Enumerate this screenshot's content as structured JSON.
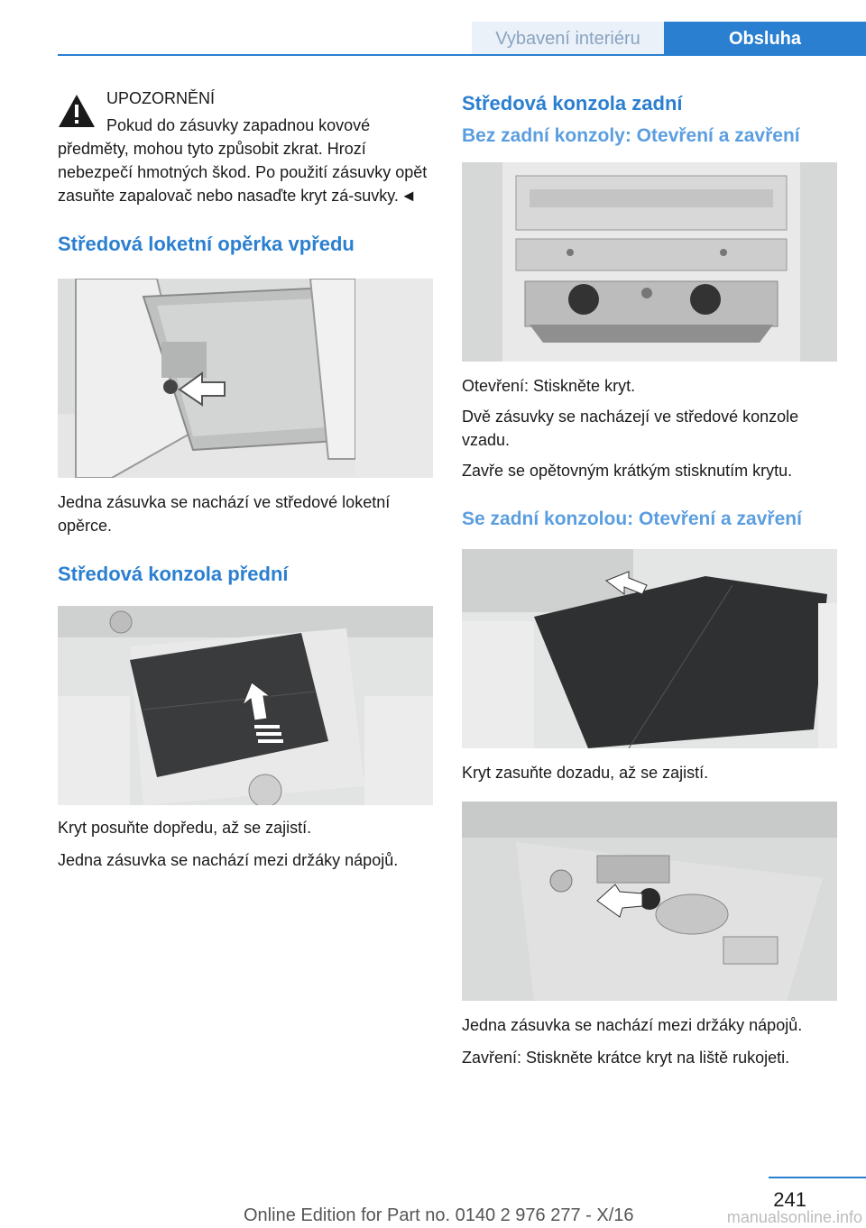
{
  "header": {
    "section": "Vybavení interiéru",
    "chapter": "Obsluha"
  },
  "left": {
    "warning_title": "UPOZORNĚNÍ",
    "warning_text": "Pokud do zásuvky zapadnou kovové předměty, mohou tyto způsobit zkrat. Hrozí nebezpečí hmotných škod. Po použití zásuvky opět zasuňte zapalovač nebo nasaďte kryt zá‐suvky.",
    "end_mark": "◄",
    "armrest_heading": "Středová loketní opěrka vpředu",
    "armrest_caption": "Jedna zásuvka se nachází ve středové loketní opěrce.",
    "front_console_heading": "Středová konzola přední",
    "front_console_p1": "Kryt posuňte dopředu, až se zajistí.",
    "front_console_p2": "Jedna zásuvka se nachází mezi držáky nápojů."
  },
  "right": {
    "rear_console_heading": "Středová konzola zadní",
    "no_console_subheading": "Bez zadní konzoly: Otevření a zavření",
    "no_console_p1": "Otevření: Stiskněte kryt.",
    "no_console_p2": "Dvě zásuvky se nacházejí ve středové konzole vzadu.",
    "no_console_p3": "Zavře se opětovným krátkým stisknutím krytu.",
    "with_console_subheading": "Se zadní konzolou: Otevření a zavření",
    "with_console_p1": "Kryt zasuňte dozadu, až se zajistí.",
    "with_console_p2": "Jedna zásuvka se nachází mezi držáky nápojů.",
    "with_console_p3": "Zavření: Stiskněte krátce kryt na liště rukojeti."
  },
  "footer": {
    "page_number": "241",
    "edition": "Online Edition for Part no. 0140 2 976 277 - X/16",
    "watermark": "manualsonline.info"
  },
  "colors": {
    "accent": "#2b7fd0",
    "subheading": "#5b9ee0",
    "tab_inactive_bg": "#eaf1f9"
  }
}
